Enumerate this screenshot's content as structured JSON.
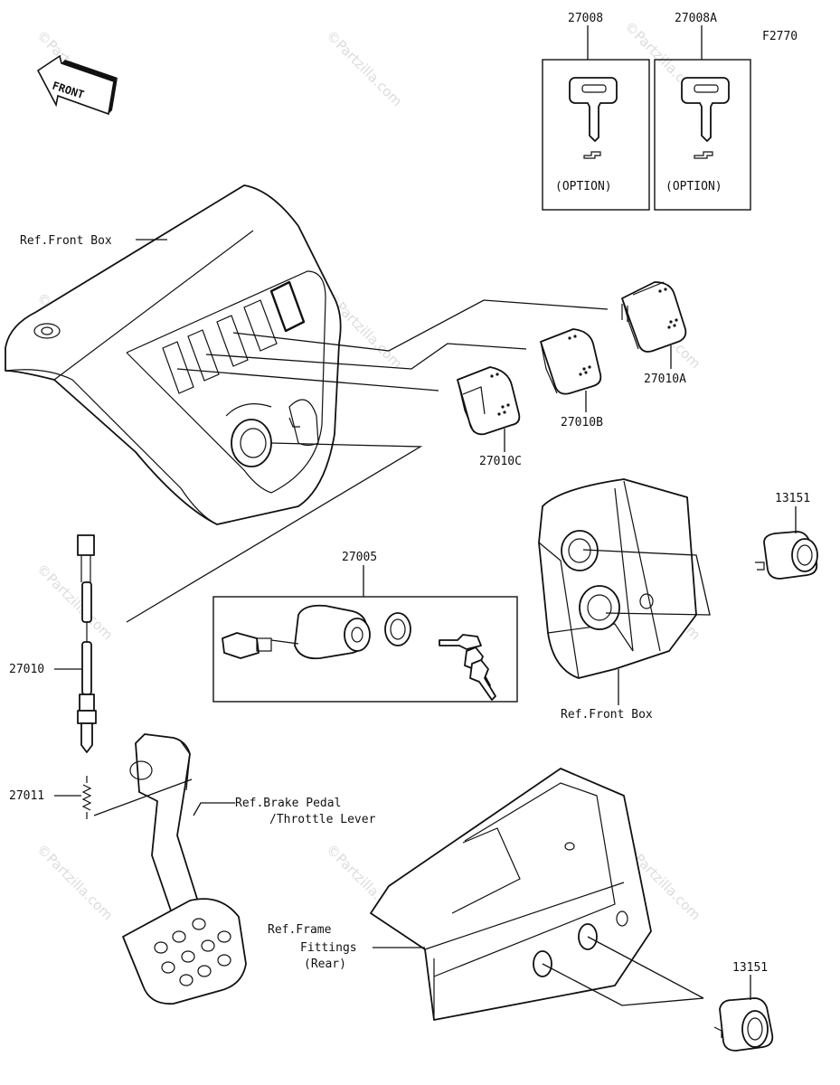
{
  "figure_code": "F2770",
  "front_label": "FRONT",
  "watermark": "©Partzilla.com",
  "parts": [
    {
      "number": "27008",
      "note": "(OPTION)"
    },
    {
      "number": "27008A",
      "note": "(OPTION)"
    },
    {
      "number": "27010A"
    },
    {
      "number": "27010B"
    },
    {
      "number": "27010C"
    },
    {
      "number": "13151"
    },
    {
      "number": "27005"
    },
    {
      "number": "27010"
    },
    {
      "number": "27011"
    },
    {
      "number": "13151"
    }
  ],
  "refs": {
    "front_box_top": "Ref.Front Box",
    "front_box_right": "Ref.Front Box",
    "brake_line1": "Ref.Brake Pedal",
    "brake_line2": "/Throttle Lever",
    "frame_line1": "Ref.Frame",
    "frame_line2": "Fittings",
    "frame_line3": "(Rear)"
  }
}
